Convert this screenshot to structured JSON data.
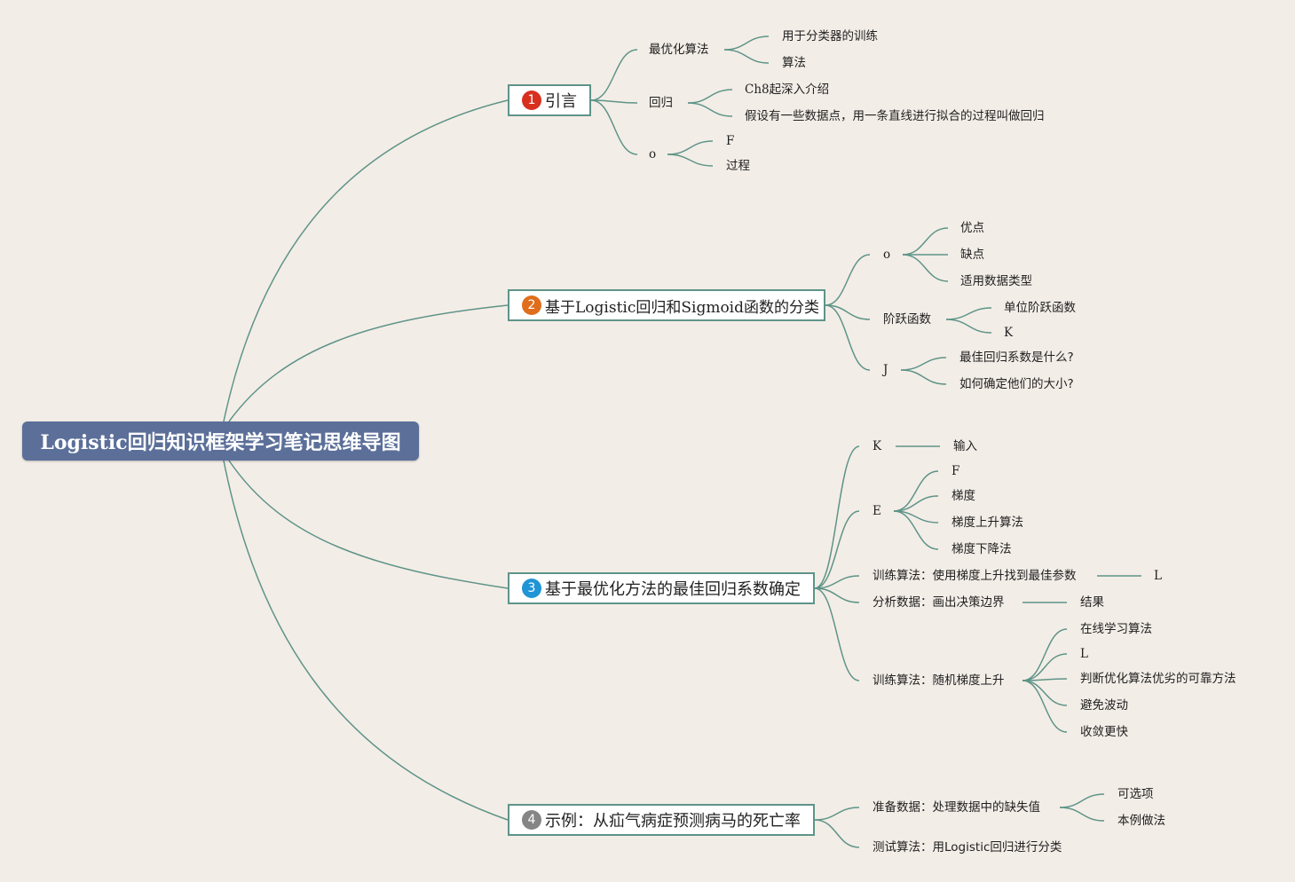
{
  "title": "Logistic回归知识框架学习笔记思维导图",
  "branches": [
    {
      "number": "1",
      "color": "#d8301f",
      "label": "引言",
      "children": [
        {
          "label": "最优化算法",
          "children": [
            "用于分类器的训练",
            "算法"
          ]
        },
        {
          "label": "回归",
          "children": [
            "Ch8起深入介绍",
            "假设有一些数据点，用一条直线进行拟合的过程叫做回归"
          ]
        },
        {
          "label": "o",
          "children": [
            "F",
            "过程"
          ]
        }
      ]
    },
    {
      "number": "2",
      "color": "#e06d1c",
      "label": "基于Logistic回归和Sigmoid函数的分类",
      "children": [
        {
          "label": "o",
          "children": [
            "优点",
            "缺点",
            "适用数据类型"
          ]
        },
        {
          "label": "阶跃函数",
          "children": [
            "单位阶跃函数",
            "K"
          ]
        },
        {
          "label": "J",
          "children": [
            "最佳回归系数是什么?",
            "如何确定他们的大小?"
          ]
        }
      ]
    },
    {
      "number": "3",
      "color": "#1f95d6",
      "label": "基于最优化方法的最佳回归系数确定",
      "children": [
        {
          "label": "K",
          "children": [
            "输入"
          ]
        },
        {
          "label": "E",
          "children": [
            "F",
            "梯度",
            "梯度上升算法",
            "梯度下降法"
          ]
        },
        {
          "label": "训练算法：使用梯度上升找到最佳参数",
          "children": [
            "L"
          ]
        },
        {
          "label": "分析数据：画出决策边界",
          "children": [
            "结果"
          ]
        },
        {
          "label": "训练算法：随机梯度上升",
          "children": [
            "在线学习算法",
            "L",
            "判断优化算法优劣的可靠方法",
            "避免波动",
            "收敛更快"
          ]
        }
      ]
    },
    {
      "number": "4",
      "color": "#858585",
      "label": "示例：从疝气病症预测病马的死亡率",
      "children": [
        {
          "label": "准备数据：处理数据中的缺失值",
          "children": [
            "可选项",
            "本例做法"
          ]
        },
        {
          "label": "测试算法：用Logistic回归进行分类",
          "children": []
        }
      ]
    }
  ]
}
